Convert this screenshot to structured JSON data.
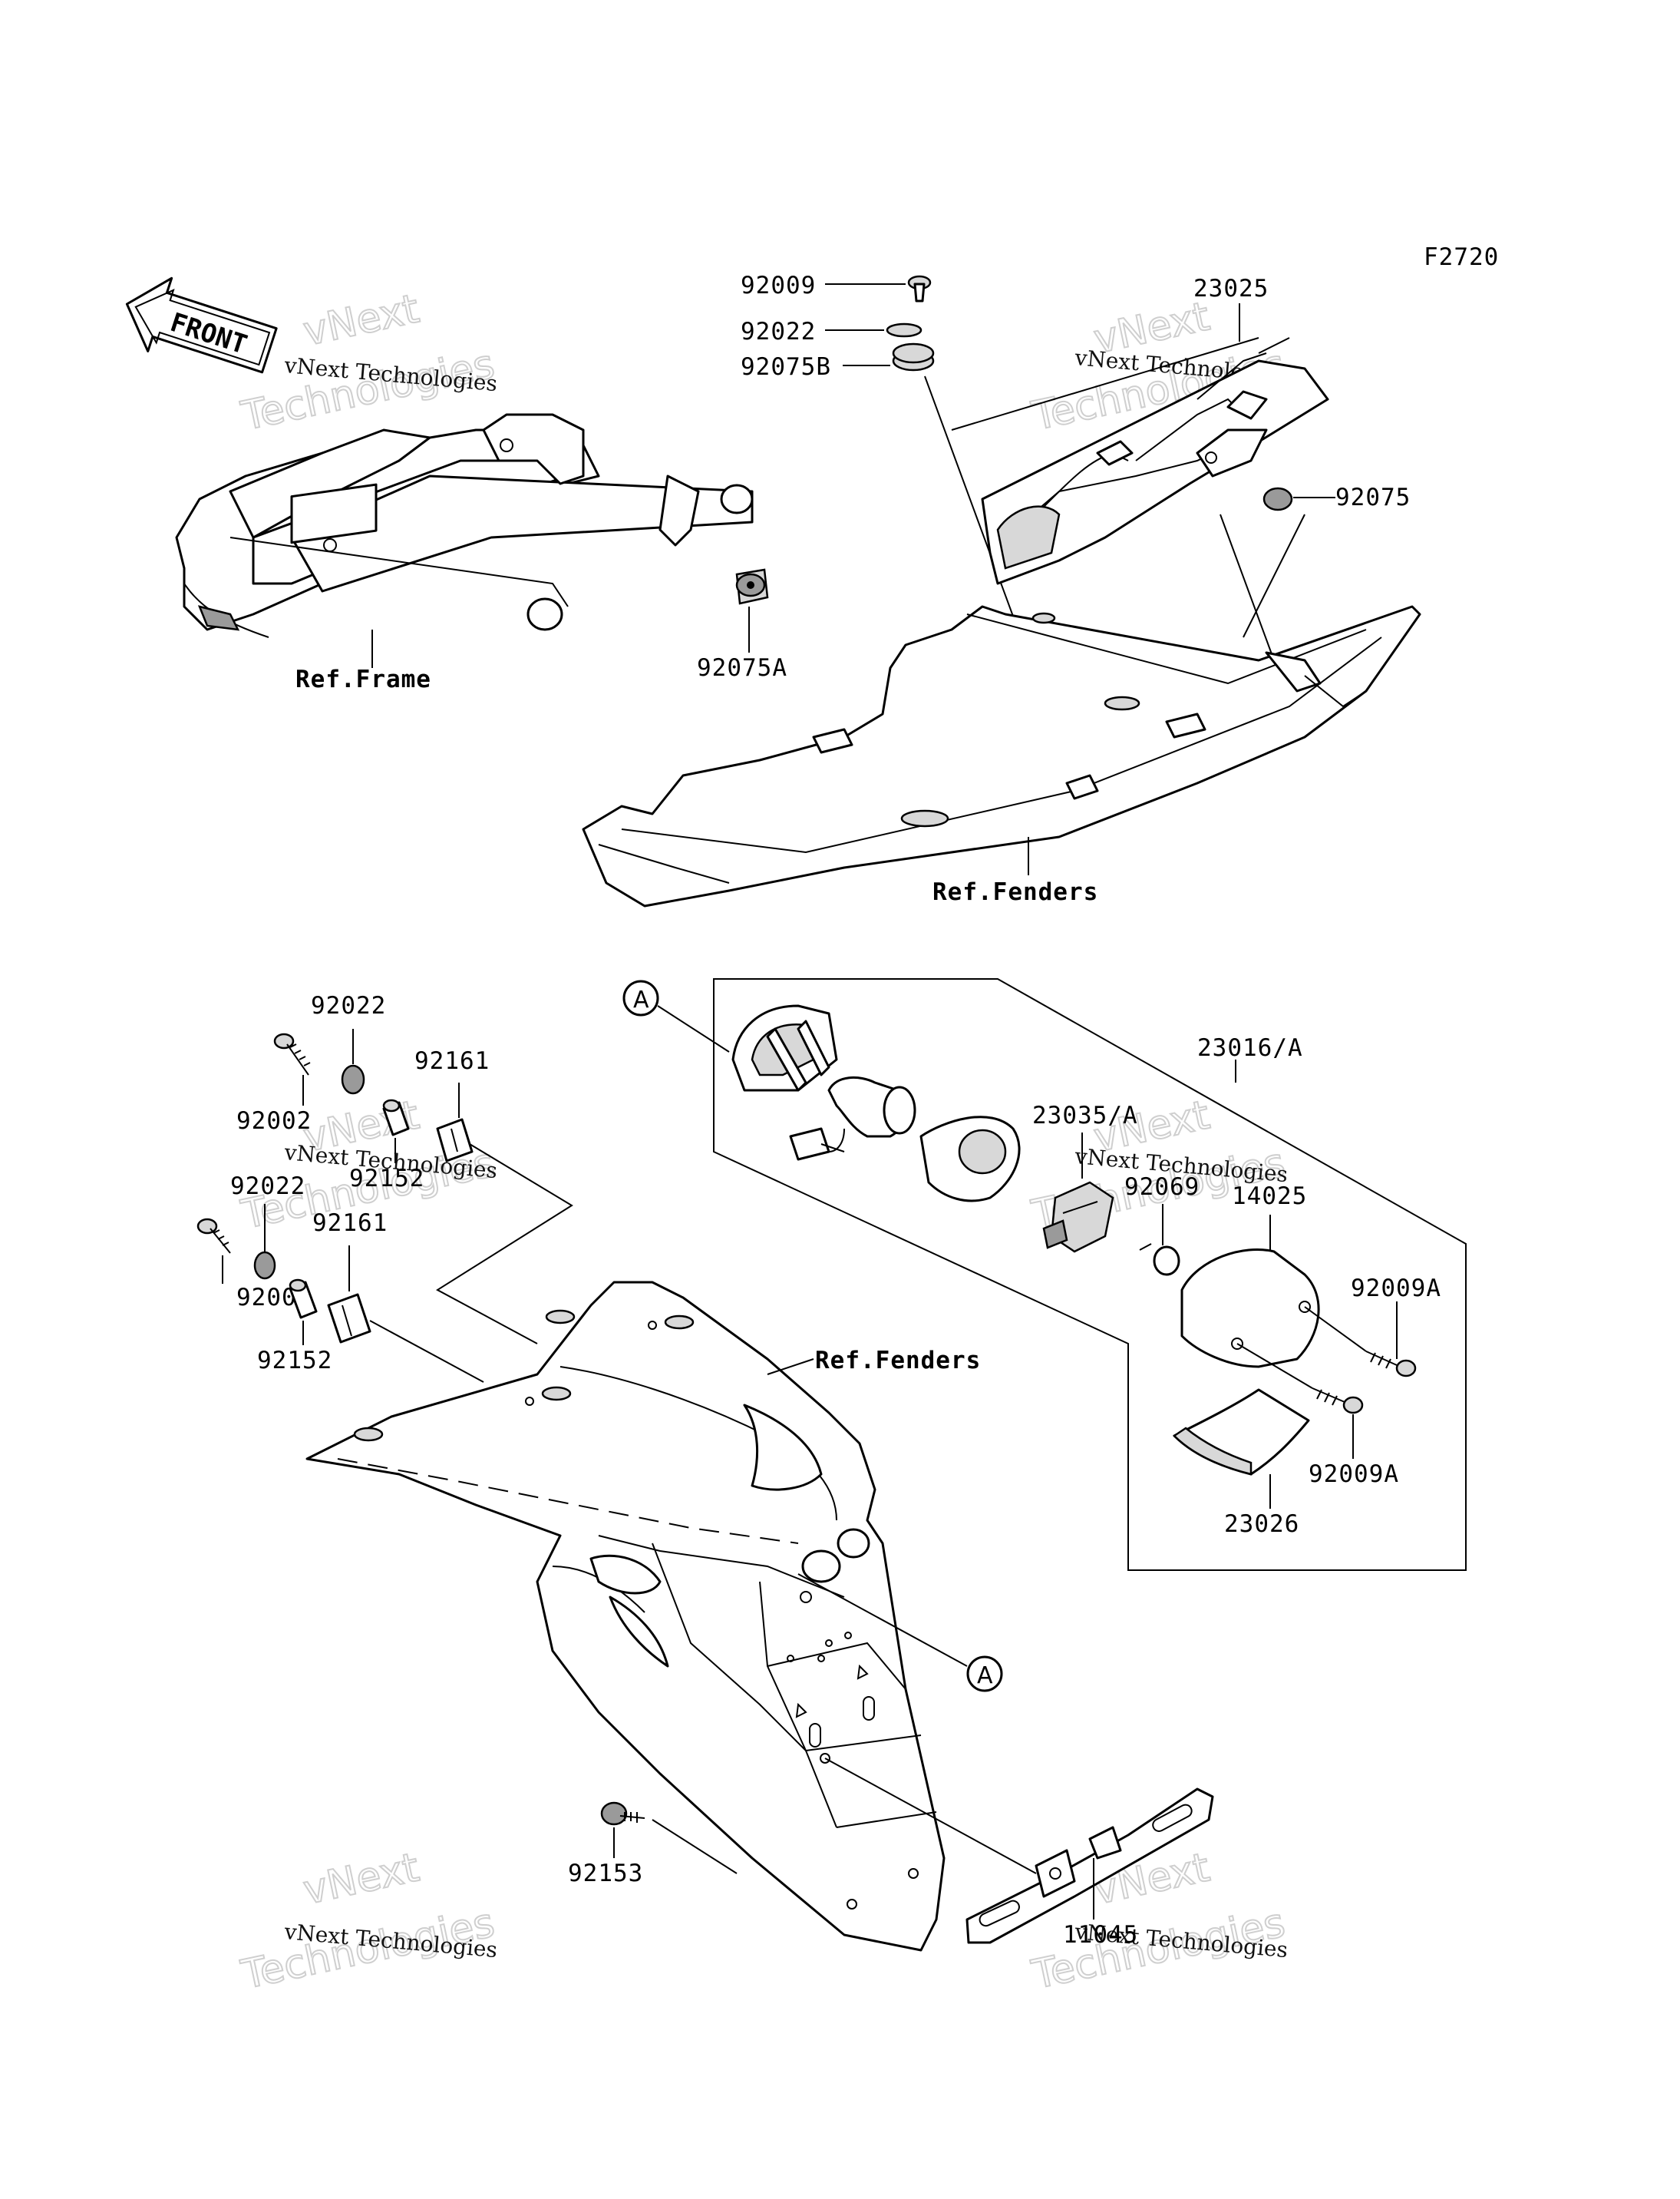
{
  "figure_code": "F2720",
  "front_arrow": {
    "text": "FRONT"
  },
  "watermark": {
    "company": "vNext Technologies",
    "big_word1": "vNext",
    "big_word2": "Technologies"
  },
  "callout_letter": "A",
  "part_numbers": {
    "p92009": "92009",
    "p92022_top": "92022",
    "p92075B": "92075B",
    "p23025": "23025",
    "p92075": "92075",
    "p92075A": "92075A",
    "p92022_a": "92022",
    "p92002_a": "92002",
    "p92161_a": "92161",
    "p92152_a": "92152",
    "p92022_b": "92022",
    "p92161_b": "92161",
    "p92002_b": "92002",
    "p92152_b": "92152",
    "p23016A": "23016/A",
    "p23035A": "23035/A",
    "p92069": "92069",
    "p14025": "14025",
    "p92009A_a": "92009A",
    "p92009A_b": "92009A",
    "p23026": "23026",
    "p92153": "92153",
    "p11045": "11045"
  },
  "references": {
    "frame": "Ref.Frame",
    "fenders_top": "Ref.Fenders",
    "fenders_bottom": "Ref.Fenders"
  }
}
